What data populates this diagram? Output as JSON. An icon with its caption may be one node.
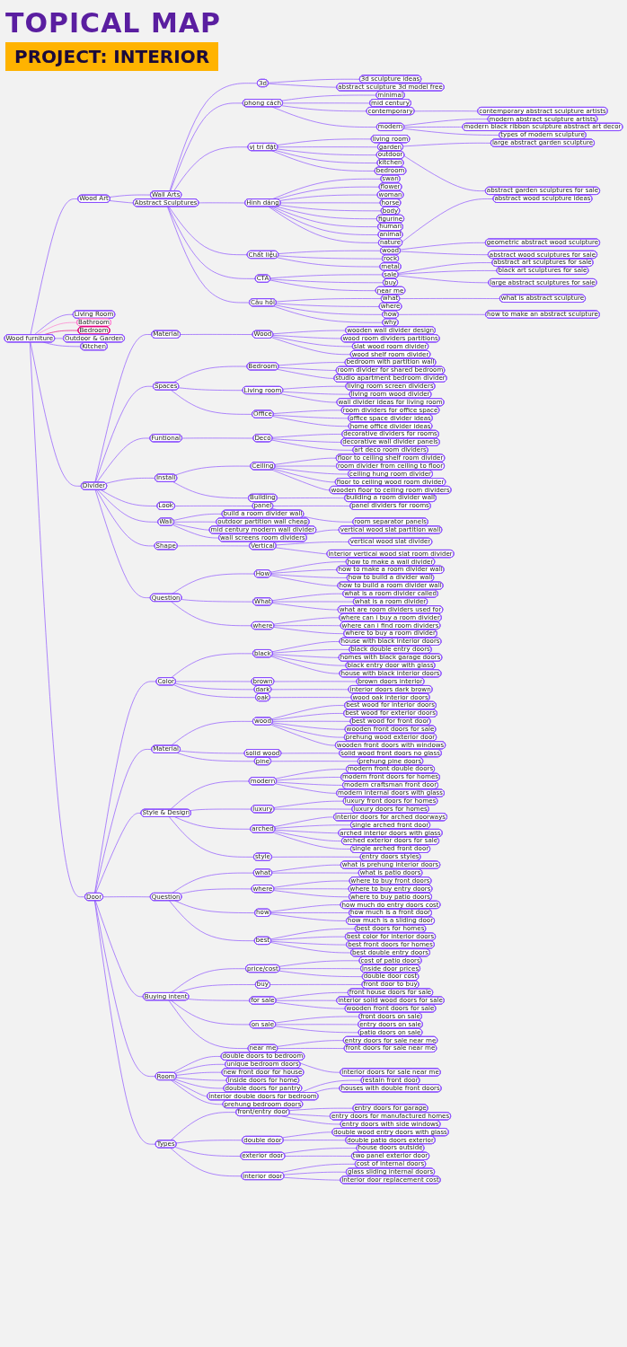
{
  "diagram": {
    "title": "TOPICAL MAP",
    "nodes": [
      {
        "text": [
          "Wood furniture"
        ]
      },
      {
        "text": [
          "Wood Art"
        ]
      },
      {
        "text": [
          "Wall Arts"
        ]
      },
      {
        "text": [
          "Abstract Sculptures"
        ]
      },
      {
        "text": [
          "3d"
        ]
      },
      {
        "text": [
          "3d sculpture ideas"
        ]
      },
      {
        "text": [
          "abstract sculpture 3d model free"
        ]
      },
      {
        "text": [
          "phong cách"
        ]
      },
      {
        "text": [
          "minimal"
        ]
      },
      {
        "text": [
          "mid century"
        ]
      },
      {
        "text": [
          "contemporary"
        ]
      },
      {
        "text": [
          "contemporary abstract sculpture artists"
        ]
      },
      {
        "text": [
          "modern"
        ]
      },
      {
        "text": [
          "modern abstract sculpture artists"
        ]
      },
      {
        "text": [
          "modern black ribbon sculpture abstract art decor"
        ]
      },
      {
        "text": [
          "types of modern sculpture"
        ]
      },
      {
        "text": [
          "vị trí đặt"
        ]
      },
      {
        "text": [
          "living room"
        ]
      },
      {
        "text": [
          "garden"
        ]
      },
      {
        "text": [
          "large abstract garden sculpture"
        ]
      },
      {
        "text": [
          "abstract garden sculptures for sale"
        ]
      },
      {
        "text": [
          "outdoor"
        ]
      },
      {
        "text": [
          "kitchen"
        ]
      },
      {
        "text": [
          "bedroom"
        ]
      },
      {
        "text": [
          "Hình dáng"
        ]
      },
      {
        "text": [
          "swan"
        ]
      },
      {
        "text": [
          "flower"
        ]
      },
      {
        "text": [
          "woman"
        ]
      },
      {
        "text": [
          "horse"
        ]
      },
      {
        "text": [
          "body"
        ]
      },
      {
        "text": [
          "figurine"
        ]
      },
      {
        "text": [
          "human"
        ]
      },
      {
        "text": [
          "animal"
        ]
      },
      {
        "text": [
          "nature"
        ]
      },
      {
        "text": [
          "Chất liệu"
        ]
      },
      {
        "text": [
          "wood"
        ]
      },
      {
        "text": [
          "abstract wood sculpture ideas"
        ]
      },
      {
        "text": [
          "geometric abstract wood sculpture"
        ]
      },
      {
        "text": [
          "abstract wood sculptures for sale"
        ]
      },
      {
        "text": [
          "rock"
        ]
      },
      {
        "text": [
          "metal"
        ]
      },
      {
        "text": [
          "CTA"
        ]
      },
      {
        "text": [
          "sale"
        ]
      },
      {
        "text": [
          "abstract art sculptures for sale"
        ]
      },
      {
        "text": [
          "black art sculptures for sale"
        ]
      },
      {
        "text": [
          "large abstract sculptures for sale"
        ]
      },
      {
        "text": [
          "buy"
        ]
      },
      {
        "text": [
          "near me"
        ]
      },
      {
        "text": [
          "Câu hỏi"
        ]
      },
      {
        "text": [
          "what"
        ]
      },
      {
        "text": [
          "what is abstract sculpture"
        ]
      },
      {
        "text": [
          "where"
        ]
      },
      {
        "text": [
          "how"
        ]
      },
      {
        "text": [
          "how to make an abstract sculpture"
        ]
      },
      {
        "text": [
          "why"
        ]
      },
      {
        "text": [
          "Living Room"
        ]
      },
      {
        "text": [
          "Bathroom"
        ]
      },
      {
        "text": [
          "Bedroom"
        ]
      },
      {
        "text": [
          "Outdoor & Garden"
        ]
      },
      {
        "text": [
          "Kitchen"
        ]
      },
      {
        "text": [
          "Divider"
        ]
      },
      {
        "text": [
          "Material"
        ]
      },
      {
        "text": [
          "Wood"
        ]
      },
      {
        "text": [
          "wooden wall divider design"
        ]
      },
      {
        "text": [
          "wood room dividers partitions"
        ]
      },
      {
        "text": [
          "slat wood room divider"
        ]
      },
      {
        "text": [
          "wood shelf room divider"
        ]
      },
      {
        "text": [
          "Spaces"
        ]
      },
      {
        "text": [
          "Bedroom"
        ]
      },
      {
        "text": [
          "bedroom with partition wall"
        ]
      },
      {
        "text": [
          "room divider for shared bedroom"
        ]
      },
      {
        "text": [
          "studio apartment bedroom divider"
        ]
      },
      {
        "text": [
          "Living room"
        ]
      },
      {
        "text": [
          "living room screen dividers"
        ]
      },
      {
        "text": [
          "living room wood divider"
        ]
      },
      {
        "text": [
          "wall divider ideas for living room"
        ]
      },
      {
        "text": [
          "Office"
        ]
      },
      {
        "text": [
          "room dividers for office space"
        ]
      },
      {
        "text": [
          "office space divider ideas"
        ]
      },
      {
        "text": [
          "home office divider ideas"
        ]
      },
      {
        "text": [
          "Funtional"
        ]
      },
      {
        "text": [
          "Deco"
        ]
      },
      {
        "text": [
          "decorative dividers for rooms"
        ]
      },
      {
        "text": [
          "decorative wall divider panels"
        ]
      },
      {
        "text": [
          "art deco room dividers"
        ]
      },
      {
        "text": [
          "Install"
        ]
      },
      {
        "text": [
          "Ceiling"
        ]
      },
      {
        "text": [
          "floor to ceiling shelf room divider"
        ]
      },
      {
        "text": [
          "room divider from ceiling to floor"
        ]
      },
      {
        "text": [
          "ceiling hung room divider"
        ]
      },
      {
        "text": [
          "floor to ceiling wood room divider"
        ]
      },
      {
        "text": [
          "wooden floor to ceiling room dividers"
        ]
      },
      {
        "text": [
          "Building"
        ]
      },
      {
        "text": [
          "building a room divider wall"
        ]
      },
      {
        "text": [
          "Look"
        ]
      },
      {
        "text": [
          "panel"
        ]
      },
      {
        "text": [
          "panel dividers for rooms"
        ]
      },
      {
        "text": [
          "room separator panels"
        ]
      },
      {
        "text": [
          "Wall"
        ]
      },
      {
        "text": [
          "build a room divider wall"
        ]
      },
      {
        "text": [
          "outdoor partition wall cheap"
        ]
      },
      {
        "text": [
          "mid century modern wall divider"
        ]
      },
      {
        "text": [
          "wall screens room dividers"
        ]
      },
      {
        "text": [
          "Shape"
        ]
      },
      {
        "text": [
          "Vertical"
        ]
      },
      {
        "text": [
          "vertical wood slat partition wall"
        ]
      },
      {
        "text": [
          "vertical wood slat divider"
        ]
      },
      {
        "text": [
          "interior vertical wood slat room divider"
        ]
      },
      {
        "text": [
          "Question"
        ]
      },
      {
        "text": [
          "How"
        ]
      },
      {
        "text": [
          "how to make a wall divider"
        ]
      },
      {
        "text": [
          "how to make a room divider wall"
        ]
      },
      {
        "text": [
          "how to build a divider wall"
        ]
      },
      {
        "text": [
          "how to build a room divider wall"
        ]
      },
      {
        "text": [
          "What"
        ]
      },
      {
        "text": [
          "what is a room divider called"
        ]
      },
      {
        "text": [
          "what is a room divider"
        ]
      },
      {
        "text": [
          "what are room dividers used for"
        ]
      },
      {
        "text": [
          "where"
        ]
      },
      {
        "text": [
          "where can i buy a room divider"
        ]
      },
      {
        "text": [
          "where can i find room dividers"
        ]
      },
      {
        "text": [
          "where to buy a room divider"
        ]
      },
      {
        "text": [
          "Door"
        ]
      },
      {
        "text": [
          "Color"
        ]
      },
      {
        "text": [
          "black"
        ]
      },
      {
        "text": [
          "house with black interior doors"
        ]
      },
      {
        "text": [
          "black double entry doors"
        ]
      },
      {
        "text": [
          "homes with black garage doors"
        ]
      },
      {
        "text": [
          "black entry door with glass"
        ]
      },
      {
        "text": [
          "house with black interior doors"
        ]
      },
      {
        "text": [
          "brown"
        ]
      },
      {
        "text": [
          "brown doors interior"
        ]
      },
      {
        "text": [
          "dark"
        ]
      },
      {
        "text": [
          "interior doors dark brown"
        ]
      },
      {
        "text": [
          "oak"
        ]
      },
      {
        "text": [
          "wood oak interior doors"
        ]
      },
      {
        "text": [
          "Material"
        ]
      },
      {
        "text": [
          "wood"
        ]
      },
      {
        "text": [
          "best wood for interior doors"
        ]
      },
      {
        "text": [
          "best wood for exterior doors"
        ]
      },
      {
        "text": [
          "best wood for front door"
        ]
      },
      {
        "text": [
          "wooden front doors for sale"
        ]
      },
      {
        "text": [
          "prehung wood exterior door"
        ]
      },
      {
        "text": [
          "wooden front doors with windows"
        ]
      },
      {
        "text": [
          "solid wood"
        ]
      },
      {
        "text": [
          "solid wood front doors no glass"
        ]
      },
      {
        "text": [
          "pine"
        ]
      },
      {
        "text": [
          "prehung pine doors"
        ]
      },
      {
        "text": [
          "Style & Design"
        ]
      },
      {
        "text": [
          "modern"
        ]
      },
      {
        "text": [
          "modern front double doors"
        ]
      },
      {
        "text": [
          "modern front doors for homes"
        ]
      },
      {
        "text": [
          "modern craftsman front door"
        ]
      },
      {
        "text": [
          "modern internal doors with glass"
        ]
      },
      {
        "text": [
          "luxury"
        ]
      },
      {
        "text": [
          "luxury front doors for homes"
        ]
      },
      {
        "text": [
          "luxury doors for homes"
        ]
      },
      {
        "text": [
          "arched"
        ]
      },
      {
        "text": [
          "interior doors for arched doorways"
        ]
      },
      {
        "text": [
          "single arched front door"
        ]
      },
      {
        "text": [
          "arched interior doors with glass"
        ]
      },
      {
        "text": [
          "arched exterior doors for sale"
        ]
      },
      {
        "text": [
          "single arched front door"
        ]
      },
      {
        "text": [
          "style"
        ]
      },
      {
        "text": [
          "entry doors styles"
        ]
      },
      {
        "text": [
          "Question"
        ]
      },
      {
        "text": [
          "what"
        ]
      },
      {
        "text": [
          "what is prehung interior doors"
        ]
      },
      {
        "text": [
          "what is patio doors"
        ]
      },
      {
        "text": [
          "where"
        ]
      },
      {
        "text": [
          "where to buy front doors"
        ]
      },
      {
        "text": [
          "where to buy entry doors"
        ]
      },
      {
        "text": [
          "where to buy patio doors"
        ]
      },
      {
        "text": [
          "how"
        ]
      },
      {
        "text": [
          "how much do entry doors cost"
        ]
      },
      {
        "text": [
          "how much is a front door"
        ]
      },
      {
        "text": [
          "how much is a sliding door"
        ]
      },
      {
        "text": [
          "best"
        ]
      },
      {
        "text": [
          "best doors for homes"
        ]
      },
      {
        "text": [
          "best color for interior doors"
        ]
      },
      {
        "text": [
          "best front doors for homes"
        ]
      },
      {
        "text": [
          "best double entry doors"
        ]
      },
      {
        "text": [
          "Buying intent"
        ]
      },
      {
        "text": [
          "price/cost"
        ]
      },
      {
        "text": [
          "cost of patio doors"
        ]
      },
      {
        "text": [
          "inside door prices"
        ]
      },
      {
        "text": [
          "double door cost"
        ]
      },
      {
        "text": [
          "buy"
        ]
      },
      {
        "text": [
          "front door to buy"
        ]
      },
      {
        "text": [
          "for sale"
        ]
      },
      {
        "text": [
          "front house doors for sale"
        ]
      },
      {
        "text": [
          "interior solid wood doors for sale"
        ]
      },
      {
        "text": [
          "wooden front doors for sale"
        ]
      },
      {
        "text": [
          "on sale"
        ]
      },
      {
        "text": [
          "front doors on sale"
        ]
      },
      {
        "text": [
          "entry doors on sale"
        ]
      },
      {
        "text": [
          "patio doors on sale"
        ]
      },
      {
        "text": [
          "near me"
        ]
      },
      {
        "text": [
          "entry doors for sale near me"
        ]
      },
      {
        "text": [
          "front doors for sale near me"
        ]
      },
      {
        "text": [
          "interior doors for sale near me"
        ]
      },
      {
        "text": [
          "Room"
        ]
      },
      {
        "text": [
          "double doors to bedroom"
        ]
      },
      {
        "text": [
          "unique bedroom doors"
        ]
      },
      {
        "text": [
          "new front door for house"
        ]
      },
      {
        "text": [
          "inside doors for home"
        ]
      },
      {
        "text": [
          "double doors for pantry"
        ]
      },
      {
        "text": [
          "interior double doors for bedroom"
        ]
      },
      {
        "text": [
          "prehung bedroom doors"
        ]
      },
      {
        "text": [
          "Types"
        ]
      },
      {
        "text": [
          "front/entry door"
        ]
      },
      {
        "text": [
          "restain front door"
        ]
      },
      {
        "text": [
          "houses with double front doors"
        ]
      },
      {
        "text": [
          "entry doors for garage"
        ]
      },
      {
        "text": [
          "entry doors for manufactured homes"
        ]
      },
      {
        "text": [
          "entry doors with side windows"
        ]
      },
      {
        "text": [
          "double door"
        ]
      },
      {
        "text": [
          "double wood entry doors with glass"
        ]
      },
      {
        "text": [
          "double patio doors exterior"
        ]
      },
      {
        "text": [
          "exterior door"
        ]
      },
      {
        "text": [
          "house doors outside"
        ]
      },
      {
        "text": [
          "two panel exterior door"
        ]
      },
      {
        "text": [
          "interior door"
        ]
      },
      {
        "text": [
          "cost of internal doors"
        ]
      },
      {
        "text": [
          "glass sliding internal doors"
        ]
      },
      {
        "text": [
          "interior door replacement cost"
        ]
      }
    ],
    "edges": [
      {
        "from": 0,
        "to": 1,
        "arrow": "none"
      },
      {
        "from": 1,
        "to": 2,
        "arrow": "none"
      },
      {
        "from": 1,
        "to": 3,
        "arrow": "none"
      },
      {
        "from": 3,
        "to": 4,
        "arrow": "none"
      },
      {
        "from": 4,
        "to": 5,
        "arrow": "none"
      },
      {
        "from": 4,
        "to": 6,
        "arrow": "none"
      },
      {
        "from": 3,
        "to": 7,
        "arrow": "none"
      },
      {
        "from": 7,
        "to": 8,
        "arrow": "none"
      },
      {
        "from": 7,
        "to": 9,
        "arrow": "none"
      },
      {
        "from": 7,
        "to": 10,
        "arrow": "none"
      },
      {
        "from": 10,
        "to": 11,
        "arrow": "none"
      },
      {
        "from": 7,
        "to": 12,
        "arrow": "none"
      },
      {
        "from": 12,
        "to": 13,
        "arrow": "none"
      },
      {
        "from": 12,
        "to": 14,
        "arrow": "none"
      },
      {
        "from": 12,
        "to": 15,
        "arrow": "none"
      },
      {
        "from": 3,
        "to": 16,
        "arrow": "none"
      },
      {
        "from": 16,
        "to": 17,
        "arrow": "none"
      },
      {
        "from": 16,
        "to": 18,
        "arrow": "none"
      },
      {
        "from": 18,
        "to": 19,
        "arrow": "none"
      },
      {
        "from": 18,
        "to": 20,
        "arrow": "none"
      },
      {
        "from": 16,
        "to": 21,
        "arrow": "none"
      },
      {
        "from": 16,
        "to": 22,
        "arrow": "none"
      },
      {
        "from": 16,
        "to": 23,
        "arrow": "none"
      },
      {
        "from": 3,
        "to": 24,
        "arrow": "none"
      },
      {
        "from": 24,
        "to": 25,
        "arrow": "none"
      },
      {
        "from": 24,
        "to": 26,
        "arrow": "none"
      },
      {
        "from": 24,
        "to": 27,
        "arrow": "none"
      },
      {
        "from": 24,
        "to": 28,
        "arrow": "none"
      },
      {
        "from": 24,
        "to": 29,
        "arrow": "none"
      },
      {
        "from": 24,
        "to": 30,
        "arrow": "none"
      },
      {
        "from": 24,
        "to": 31,
        "arrow": "none"
      },
      {
        "from": 24,
        "to": 32,
        "arrow": "none"
      },
      {
        "from": 24,
        "to": 33,
        "arrow": "none"
      },
      {
        "from": 3,
        "to": 34,
        "arrow": "none"
      },
      {
        "from": 34,
        "to": 35,
        "arrow": "none"
      },
      {
        "from": 35,
        "to": 36,
        "arrow": "none"
      },
      {
        "from": 35,
        "to": 37,
        "arrow": "none"
      },
      {
        "from": 35,
        "to": 38,
        "arrow": "none"
      },
      {
        "from": 34,
        "to": 39,
        "arrow": "none"
      },
      {
        "from": 34,
        "to": 40,
        "arrow": "none"
      },
      {
        "from": 3,
        "to": 41,
        "arrow": "none"
      },
      {
        "from": 41,
        "to": 42,
        "arrow": "none"
      },
      {
        "from": 42,
        "to": 43,
        "arrow": "none"
      },
      {
        "from": 42,
        "to": 44,
        "arrow": "none"
      },
      {
        "from": 42,
        "to": 45,
        "arrow": "none"
      },
      {
        "from": 41,
        "to": 46,
        "arrow": "none"
      },
      {
        "from": 41,
        "to": 47,
        "arrow": "none"
      },
      {
        "from": 3,
        "to": 48,
        "arrow": "none"
      },
      {
        "from": 48,
        "to": 49,
        "arrow": "none"
      },
      {
        "from": 49,
        "to": 50,
        "arrow": "none"
      },
      {
        "from": 48,
        "to": 51,
        "arrow": "none"
      },
      {
        "from": 48,
        "to": 52,
        "arrow": "none"
      },
      {
        "from": 52,
        "to": 53,
        "arrow": "none"
      },
      {
        "from": 48,
        "to": 54,
        "arrow": "none"
      },
      {
        "from": 0,
        "to": 55,
        "arrow": "none"
      },
      {
        "from": 0,
        "to": 56,
        "arrow": "none",
        "color": "#ff77cc"
      },
      {
        "from": 0,
        "to": 57,
        "arrow": "none",
        "color": "#e0007a"
      },
      {
        "from": 0,
        "to": 58,
        "arrow": "none"
      },
      {
        "from": 0,
        "to": 59,
        "arrow": "none"
      },
      {
        "from": 0,
        "to": 60,
        "arrow": "none"
      },
      {
        "from": 60,
        "to": 61,
        "arrow": "none"
      },
      {
        "from": 61,
        "to": 62,
        "arrow": "none"
      },
      {
        "from": 62,
        "to": 63,
        "arrow": "none"
      },
      {
        "from": 62,
        "to": 64,
        "arrow": "none"
      },
      {
        "from": 62,
        "to": 65,
        "arrow": "none"
      },
      {
        "from": 62,
        "to": 66,
        "arrow": "none"
      },
      {
        "from": 60,
        "to": 67,
        "arrow": "none"
      },
      {
        "from": 67,
        "to": 68,
        "arrow": "none"
      },
      {
        "from": 68,
        "to": 69,
        "arrow": "none"
      },
      {
        "from": 68,
        "to": 70,
        "arrow": "none"
      },
      {
        "from": 68,
        "to": 71,
        "arrow": "none"
      },
      {
        "from": 67,
        "to": 72,
        "arrow": "none"
      },
      {
        "from": 72,
        "to": 73,
        "arrow": "none"
      },
      {
        "from": 72,
        "to": 74,
        "arrow": "none"
      },
      {
        "from": 72,
        "to": 75,
        "arrow": "none"
      },
      {
        "from": 67,
        "to": 76,
        "arrow": "none"
      },
      {
        "from": 76,
        "to": 77,
        "arrow": "none"
      },
      {
        "from": 76,
        "to": 78,
        "arrow": "none"
      },
      {
        "from": 76,
        "to": 79,
        "arrow": "none"
      },
      {
        "from": 60,
        "to": 80,
        "arrow": "none"
      },
      {
        "from": 80,
        "to": 81,
        "arrow": "none"
      },
      {
        "from": 81,
        "to": 82,
        "arrow": "none"
      },
      {
        "from": 81,
        "to": 83,
        "arrow": "none"
      },
      {
        "from": 81,
        "to": 84,
        "arrow": "none"
      },
      {
        "from": 60,
        "to": 85,
        "arrow": "none"
      },
      {
        "from": 85,
        "to": 86,
        "arrow": "none"
      },
      {
        "from": 86,
        "to": 87,
        "arrow": "none"
      },
      {
        "from": 86,
        "to": 88,
        "arrow": "none"
      },
      {
        "from": 86,
        "to": 89,
        "arrow": "none"
      },
      {
        "from": 86,
        "to": 90,
        "arrow": "none"
      },
      {
        "from": 86,
        "to": 91,
        "arrow": "none"
      },
      {
        "from": 85,
        "to": 92,
        "arrow": "none"
      },
      {
        "from": 92,
        "to": 93,
        "arrow": "none"
      },
      {
        "from": 60,
        "to": 94,
        "arrow": "none"
      },
      {
        "from": 94,
        "to": 95,
        "arrow": "none"
      },
      {
        "from": 95,
        "to": 96,
        "arrow": "none"
      },
      {
        "from": 95,
        "to": 97,
        "arrow": "none"
      },
      {
        "from": 60,
        "to": 98,
        "arrow": "none"
      },
      {
        "from": 98,
        "to": 99,
        "arrow": "none"
      },
      {
        "from": 98,
        "to": 100,
        "arrow": "none"
      },
      {
        "from": 98,
        "to": 101,
        "arrow": "none"
      },
      {
        "from": 98,
        "to": 102,
        "arrow": "none"
      },
      {
        "from": 60,
        "to": 103,
        "arrow": "none"
      },
      {
        "from": 103,
        "to": 104,
        "arrow": "none"
      },
      {
        "from": 104,
        "to": 105,
        "arrow": "none"
      },
      {
        "from": 104,
        "to": 106,
        "arrow": "none"
      },
      {
        "from": 104,
        "to": 107,
        "arrow": "none"
      },
      {
        "from": 60,
        "to": 108,
        "arrow": "none"
      },
      {
        "from": 108,
        "to": 109,
        "arrow": "none"
      },
      {
        "from": 109,
        "to": 110,
        "arrow": "none"
      },
      {
        "from": 109,
        "to": 111,
        "arrow": "none"
      },
      {
        "from": 109,
        "to": 112,
        "arrow": "none"
      },
      {
        "from": 109,
        "to": 113,
        "arrow": "none"
      },
      {
        "from": 108,
        "to": 114,
        "arrow": "none"
      },
      {
        "from": 114,
        "to": 115,
        "arrow": "none"
      },
      {
        "from": 114,
        "to": 116,
        "arrow": "none"
      },
      {
        "from": 114,
        "to": 117,
        "arrow": "none"
      },
      {
        "from": 108,
        "to": 118,
        "arrow": "none"
      },
      {
        "from": 118,
        "to": 119,
        "arrow": "none"
      },
      {
        "from": 118,
        "to": 120,
        "arrow": "none"
      },
      {
        "from": 118,
        "to": 121,
        "arrow": "none"
      },
      {
        "from": 0,
        "to": 122,
        "arrow": "none"
      },
      {
        "from": 122,
        "to": 123,
        "arrow": "none"
      },
      {
        "from": 123,
        "to": 124,
        "arrow": "none"
      },
      {
        "from": 124,
        "to": 125,
        "arrow": "none"
      },
      {
        "from": 124,
        "to": 126,
        "arrow": "none"
      },
      {
        "from": 124,
        "to": 127,
        "arrow": "none"
      },
      {
        "from": 124,
        "to": 128,
        "arrow": "none"
      },
      {
        "from": 124,
        "to": 129,
        "arrow": "none"
      },
      {
        "from": 123,
        "to": 130,
        "arrow": "none"
      },
      {
        "from": 130,
        "to": 131,
        "arrow": "none"
      },
      {
        "from": 123,
        "to": 132,
        "arrow": "none"
      },
      {
        "from": 132,
        "to": 133,
        "arrow": "none"
      },
      {
        "from": 123,
        "to": 134,
        "arrow": "none"
      },
      {
        "from": 134,
        "to": 135,
        "arrow": "none"
      },
      {
        "from": 122,
        "to": 136,
        "arrow": "none"
      },
      {
        "from": 136,
        "to": 137,
        "arrow": "none"
      },
      {
        "from": 137,
        "to": 138,
        "arrow": "none"
      },
      {
        "from": 137,
        "to": 139,
        "arrow": "none"
      },
      {
        "from": 137,
        "to": 140,
        "arrow": "none"
      },
      {
        "from": 137,
        "to": 141,
        "arrow": "none"
      },
      {
        "from": 137,
        "to": 142,
        "arrow": "none"
      },
      {
        "from": 137,
        "to": 143,
        "arrow": "none"
      },
      {
        "from": 136,
        "to": 144,
        "arrow": "none"
      },
      {
        "from": 144,
        "to": 145,
        "arrow": "none"
      },
      {
        "from": 136,
        "to": 146,
        "arrow": "none"
      },
      {
        "from": 146,
        "to": 147,
        "arrow": "none"
      },
      {
        "from": 122,
        "to": 148,
        "arrow": "none"
      },
      {
        "from": 148,
        "to": 149,
        "arrow": "none"
      },
      {
        "from": 149,
        "to": 150,
        "arrow": "none"
      },
      {
        "from": 149,
        "to": 151,
        "arrow": "none"
      },
      {
        "from": 149,
        "to": 152,
        "arrow": "none"
      },
      {
        "from": 149,
        "to": 153,
        "arrow": "none"
      },
      {
        "from": 148,
        "to": 154,
        "arrow": "none"
      },
      {
        "from": 154,
        "to": 155,
        "arrow": "none"
      },
      {
        "from": 154,
        "to": 156,
        "arrow": "none"
      },
      {
        "from": 148,
        "to": 157,
        "arrow": "none"
      },
      {
        "from": 157,
        "to": 158,
        "arrow": "none"
      },
      {
        "from": 157,
        "to": 159,
        "arrow": "none"
      },
      {
        "from": 157,
        "to": 160,
        "arrow": "none"
      },
      {
        "from": 157,
        "to": 161,
        "arrow": "none"
      },
      {
        "from": 157,
        "to": 162,
        "arrow": "none"
      },
      {
        "from": 148,
        "to": 163,
        "arrow": "none"
      },
      {
        "from": 163,
        "to": 164,
        "arrow": "none"
      },
      {
        "from": 122,
        "to": 165,
        "arrow": "none"
      },
      {
        "from": 165,
        "to": 166,
        "arrow": "none"
      },
      {
        "from": 166,
        "to": 167,
        "arrow": "none"
      },
      {
        "from": 166,
        "to": 168,
        "arrow": "none"
      },
      {
        "from": 165,
        "to": 169,
        "arrow": "none"
      },
      {
        "from": 169,
        "to": 170,
        "arrow": "none"
      },
      {
        "from": 169,
        "to": 171,
        "arrow": "none"
      },
      {
        "from": 169,
        "to": 172,
        "arrow": "none"
      },
      {
        "from": 165,
        "to": 173,
        "arrow": "none"
      },
      {
        "from": 173,
        "to": 174,
        "arrow": "none"
      },
      {
        "from": 173,
        "to": 175,
        "arrow": "none"
      },
      {
        "from": 173,
        "to": 176,
        "arrow": "none"
      },
      {
        "from": 165,
        "to": 177,
        "arrow": "none"
      },
      {
        "from": 177,
        "to": 178,
        "arrow": "none"
      },
      {
        "from": 177,
        "to": 179,
        "arrow": "none"
      },
      {
        "from": 177,
        "to": 180,
        "arrow": "none"
      },
      {
        "from": 177,
        "to": 181,
        "arrow": "none"
      },
      {
        "from": 122,
        "to": 182,
        "arrow": "none"
      },
      {
        "from": 182,
        "to": 183,
        "arrow": "none"
      },
      {
        "from": 183,
        "to": 184,
        "arrow": "none"
      },
      {
        "from": 183,
        "to": 185,
        "arrow": "none"
      },
      {
        "from": 183,
        "to": 186,
        "arrow": "none"
      },
      {
        "from": 182,
        "to": 187,
        "arrow": "none"
      },
      {
        "from": 187,
        "to": 188,
        "arrow": "none"
      },
      {
        "from": 182,
        "to": 189,
        "arrow": "none"
      },
      {
        "from": 189,
        "to": 190,
        "arrow": "none"
      },
      {
        "from": 189,
        "to": 191,
        "arrow": "none"
      },
      {
        "from": 189,
        "to": 192,
        "arrow": "none"
      },
      {
        "from": 182,
        "to": 193,
        "arrow": "none"
      },
      {
        "from": 193,
        "to": 194,
        "arrow": "none"
      },
      {
        "from": 193,
        "to": 195,
        "arrow": "none"
      },
      {
        "from": 193,
        "to": 196,
        "arrow": "none"
      },
      {
        "from": 182,
        "to": 197,
        "arrow": "none"
      },
      {
        "from": 197,
        "to": 198,
        "arrow": "none"
      },
      {
        "from": 197,
        "to": 199,
        "arrow": "none"
      },
      {
        "from": 197,
        "to": 200,
        "arrow": "none"
      },
      {
        "from": 122,
        "to": 201,
        "arrow": "none"
      },
      {
        "from": 201,
        "to": 202,
        "arrow": "none"
      },
      {
        "from": 201,
        "to": 203,
        "arrow": "none"
      },
      {
        "from": 201,
        "to": 204,
        "arrow": "none"
      },
      {
        "from": 201,
        "to": 205,
        "arrow": "none"
      },
      {
        "from": 201,
        "to": 206,
        "arrow": "none"
      },
      {
        "from": 201,
        "to": 207,
        "arrow": "none"
      },
      {
        "from": 201,
        "to": 208,
        "arrow": "none"
      },
      {
        "from": 122,
        "to": 209,
        "arrow": "none"
      },
      {
        "from": 209,
        "to": 210,
        "arrow": "none"
      },
      {
        "from": 210,
        "to": 211,
        "arrow": "none"
      },
      {
        "from": 210,
        "to": 212,
        "arrow": "none"
      },
      {
        "from": 210,
        "to": 213,
        "arrow": "none"
      },
      {
        "from": 210,
        "to": 214,
        "arrow": "none"
      },
      {
        "from": 210,
        "to": 215,
        "arrow": "none"
      },
      {
        "from": 209,
        "to": 216,
        "arrow": "none"
      },
      {
        "from": 216,
        "to": 217,
        "arrow": "none"
      },
      {
        "from": 216,
        "to": 218,
        "arrow": "none"
      },
      {
        "from": 209,
        "to": 219,
        "arrow": "none"
      },
      {
        "from": 219,
        "to": 220,
        "arrow": "none"
      },
      {
        "from": 219,
        "to": 221,
        "arrow": "none"
      },
      {
        "from": 209,
        "to": 222,
        "arrow": "none"
      },
      {
        "from": 222,
        "to": 223,
        "arrow": "none"
      },
      {
        "from": 222,
        "to": 224,
        "arrow": "none"
      },
      {
        "from": 222,
        "to": 225,
        "arrow": "none"
      }
    ],
    "labels": [
      "PROJECT: INTERIOR"
    ]
  }
}
